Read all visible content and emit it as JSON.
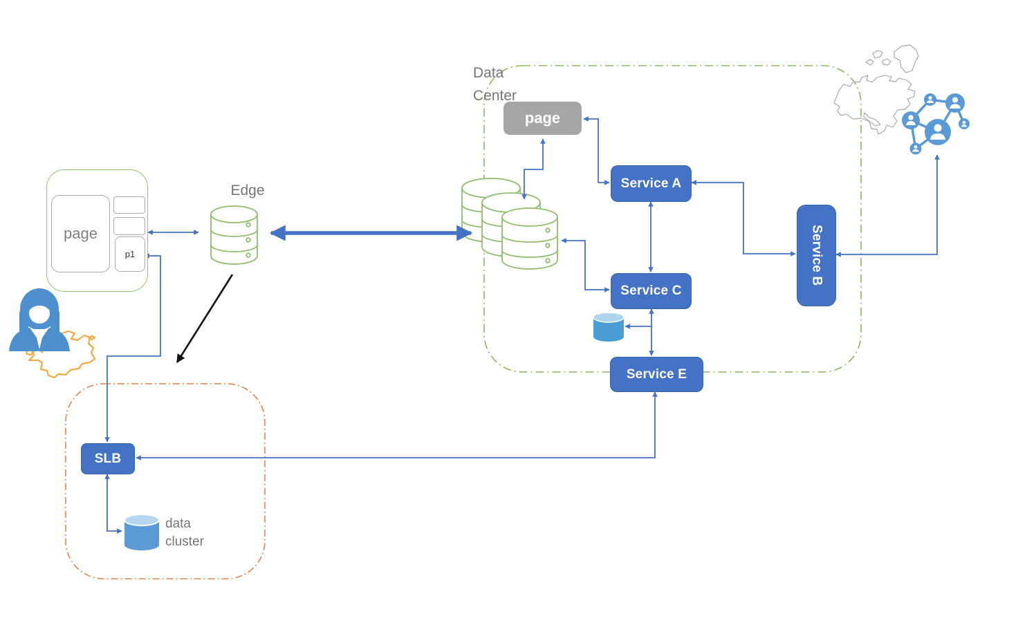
{
  "diagram": {
    "labels": {
      "browser_page": "page",
      "browser_p1": "p1",
      "edge": "Edge",
      "data_center": "Data Center",
      "dc_page": "page",
      "service_a": "Service A",
      "service_b": "Service B",
      "service_c": "Service C",
      "service_e": "Service E",
      "slb": "SLB",
      "data_cluster": "data cluster"
    },
    "colors": {
      "service_box_blue": "#4472C4",
      "arrow_blue": "#4472C4",
      "page_box_gray": "#A6A6A6",
      "edge_green": "#8FBE6B",
      "data_center_border_green": "#8AB75E",
      "cluster_border_orange": "#E2834E",
      "cylinder_blue": "#5B9BD5",
      "cylinder_top_blue": "#AFD5EE",
      "people_icon_blue": "#5B9BD5",
      "label_gray": "#757575",
      "map_gray": "#B3B3B3",
      "map_orange": "#F2A93E",
      "black_arrow": "#111111"
    },
    "icons": [
      "browser-window",
      "edge-server-icon",
      "database-stack-icon",
      "cache-db-icon",
      "data-cluster-db-icon",
      "user-icon",
      "user-network-icon",
      "north-america-map-icon",
      "europe-map-icon"
    ]
  }
}
